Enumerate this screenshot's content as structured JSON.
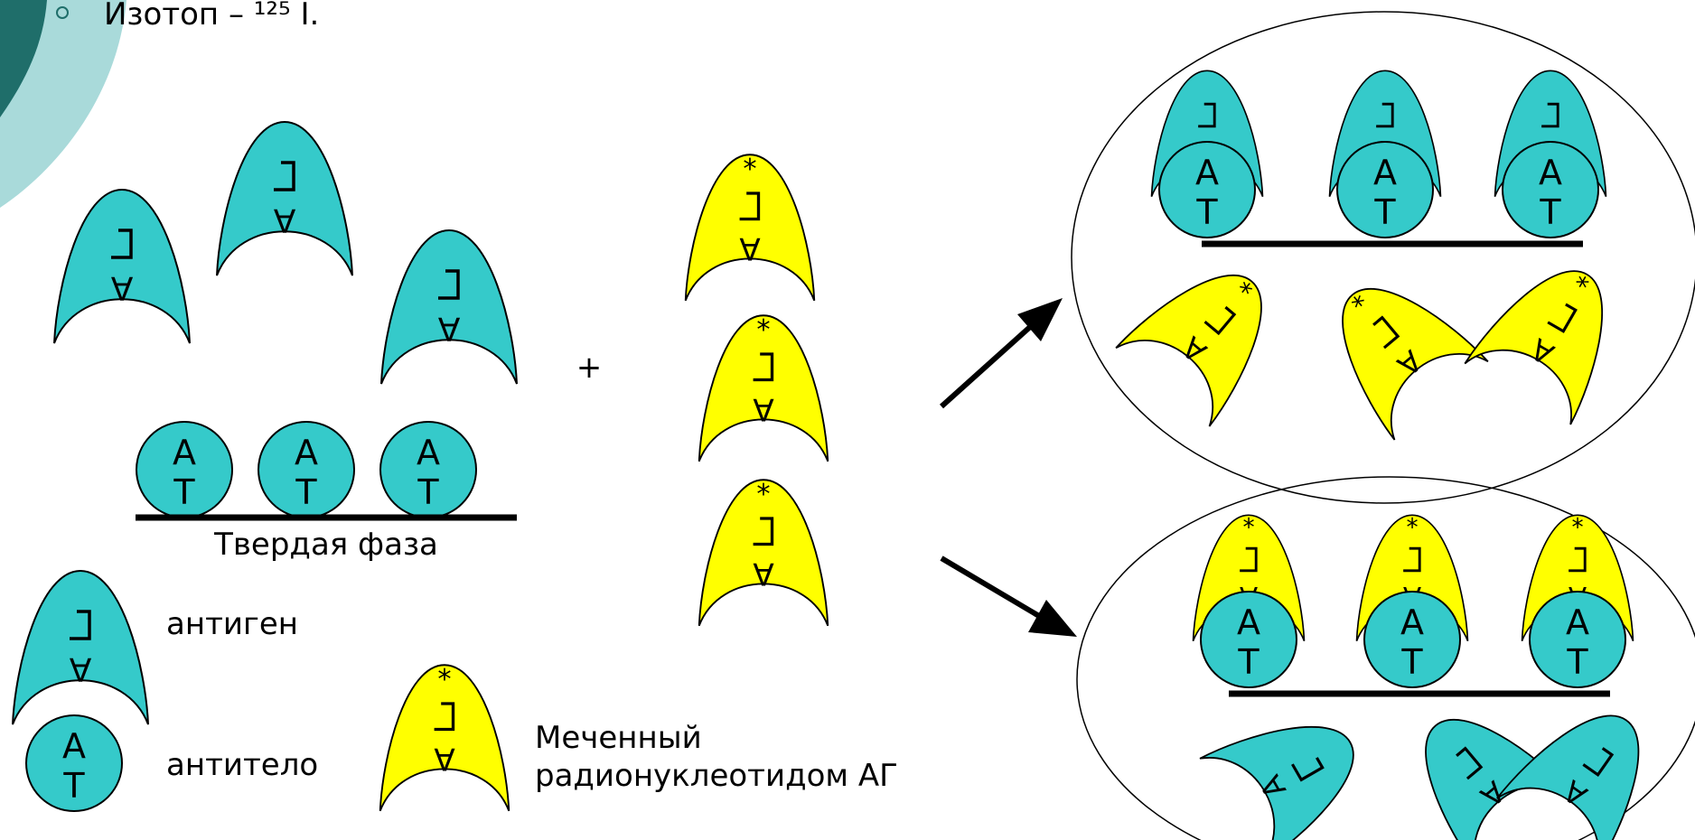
{
  "title_text": "Изотоп – ¹²⁵ I.",
  "molecule_letters": {
    "antibody_top": "А",
    "antibody_bottom": "Т",
    "antigen_mark": "АГ",
    "label_mark": "*"
  },
  "solid_phase_label": "Твердая фаза",
  "plus_sign": "+",
  "legend": {
    "antigen": "антиген",
    "antibody": "антитело",
    "labeled_line1": "Меченный",
    "labeled_line2": "радионуклеотидом АГ"
  },
  "colors": {
    "antigen_fill": "#35CACA",
    "labeled_fill": "#FFFF00",
    "antibody_fill": "#35CACA",
    "line": "#000000",
    "bubble": "#A9DADA",
    "bubble_dark": "#1F6E6A"
  }
}
